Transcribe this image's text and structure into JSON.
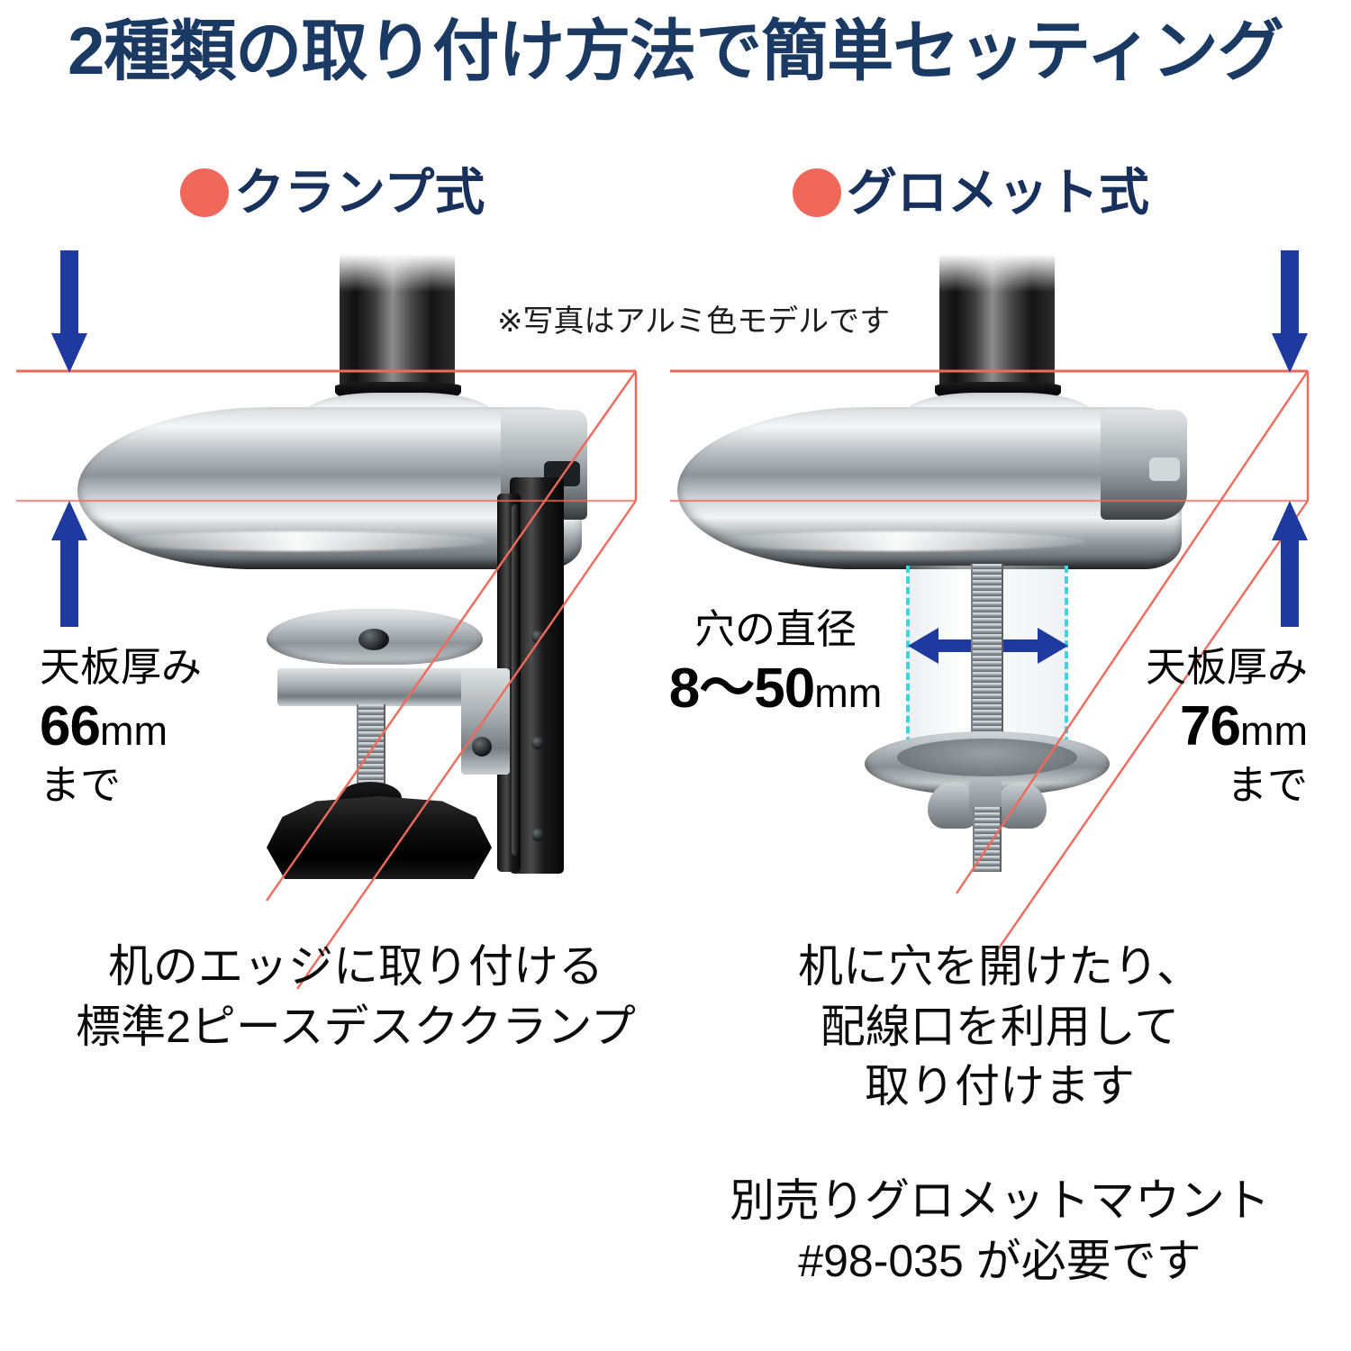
{
  "title": "2種類の取り付け方法で簡単セッティング",
  "sections": {
    "clamp": {
      "heading": "クランプ式",
      "bullet_color": "#f0685a",
      "thickness_label": "天板厚み",
      "thickness_value": "66",
      "thickness_unit": "mm",
      "thickness_suffix": "まで",
      "caption_line1": "机のエッジに取り付ける",
      "caption_line2": "標準2ピースデスククランプ"
    },
    "grommet": {
      "heading": "グロメット式",
      "bullet_color": "#f0685a",
      "thickness_label": "天板厚み",
      "thickness_value": "76",
      "thickness_unit": "mm",
      "thickness_suffix": "まで",
      "hole_label": "穴の直径",
      "hole_value": "8〜50",
      "hole_unit": "mm",
      "caption_line1": "机に穴を開けたり、",
      "caption_line2": "配線口を利用して",
      "caption_line3": "取り付けます",
      "caption2_line1": "別売りグロメットマウント",
      "caption2_line2": "#98-035 が必要です"
    }
  },
  "note": "※写真はアルミ色モデルです",
  "colors": {
    "title_navy": "#1b3a63",
    "heading_navy": "#17315c",
    "accent_coral": "#f0685a",
    "arrow_blue": "#1f3a9e",
    "guide_red": "#ef6a5a",
    "dash_cyan": "#22c8d6",
    "text_black": "#0c0c0c",
    "background": "#ffffff"
  },
  "icons": {
    "bullet": "filled-circle",
    "arrow_down": "arrow-down",
    "arrow_up": "arrow-up",
    "arrow_double_horizontal": "arrow-left-right"
  }
}
